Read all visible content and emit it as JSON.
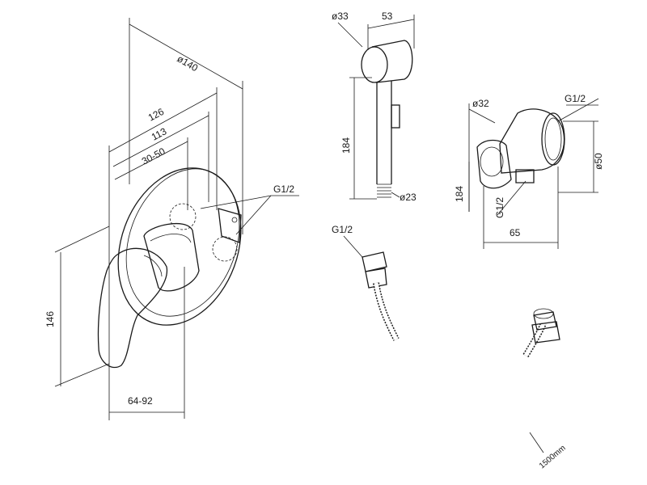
{
  "mixer": {
    "dim_diameter": "ø140",
    "dim_126": "126",
    "dim_113": "113",
    "dim_30_50": "30-50",
    "dim_146": "146",
    "dim_64_92": "64-92",
    "thread": "G1/2"
  },
  "hand_shower": {
    "dim_diameter": "ø33",
    "dim_53": "53",
    "dim_184": "184",
    "dim_23": "ø23"
  },
  "wall_outlet": {
    "dim_32": "ø32",
    "thread_top": "G1/2",
    "dim_50": "ø50",
    "dim_184": "184",
    "thread_bottom": "G1/2",
    "dim_65": "65"
  },
  "hose": {
    "thread": "G1/2",
    "length": "1500mm"
  }
}
